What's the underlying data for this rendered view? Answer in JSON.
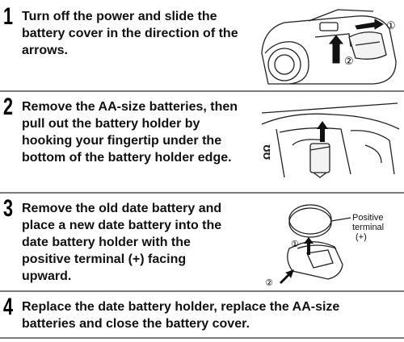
{
  "steps": [
    {
      "number": "1",
      "text": [
        "Turn off the power and slide the",
        "battery cover in the direction of the",
        "arrows."
      ]
    },
    {
      "number": "2",
      "text": [
        "Remove the AA-size batteries, then",
        "pull out the battery holder by",
        "hooking your fingertip under the",
        "bottom of the battery holder edge."
      ]
    },
    {
      "number": "3",
      "text": [
        "Remove the old date battery and",
        "place a new date battery into the",
        "date battery holder with the",
        "positive terminal (+) facing",
        "upward."
      ]
    },
    {
      "number": "4",
      "text": [
        "Replace the date battery holder, replace the AA-size",
        "batteries and close the battery cover."
      ]
    }
  ],
  "figure_labels": {
    "positive_terminal": [
      "Positive",
      "terminal",
      "(+)"
    ],
    "marker_1": "①",
    "marker_2": "②"
  }
}
